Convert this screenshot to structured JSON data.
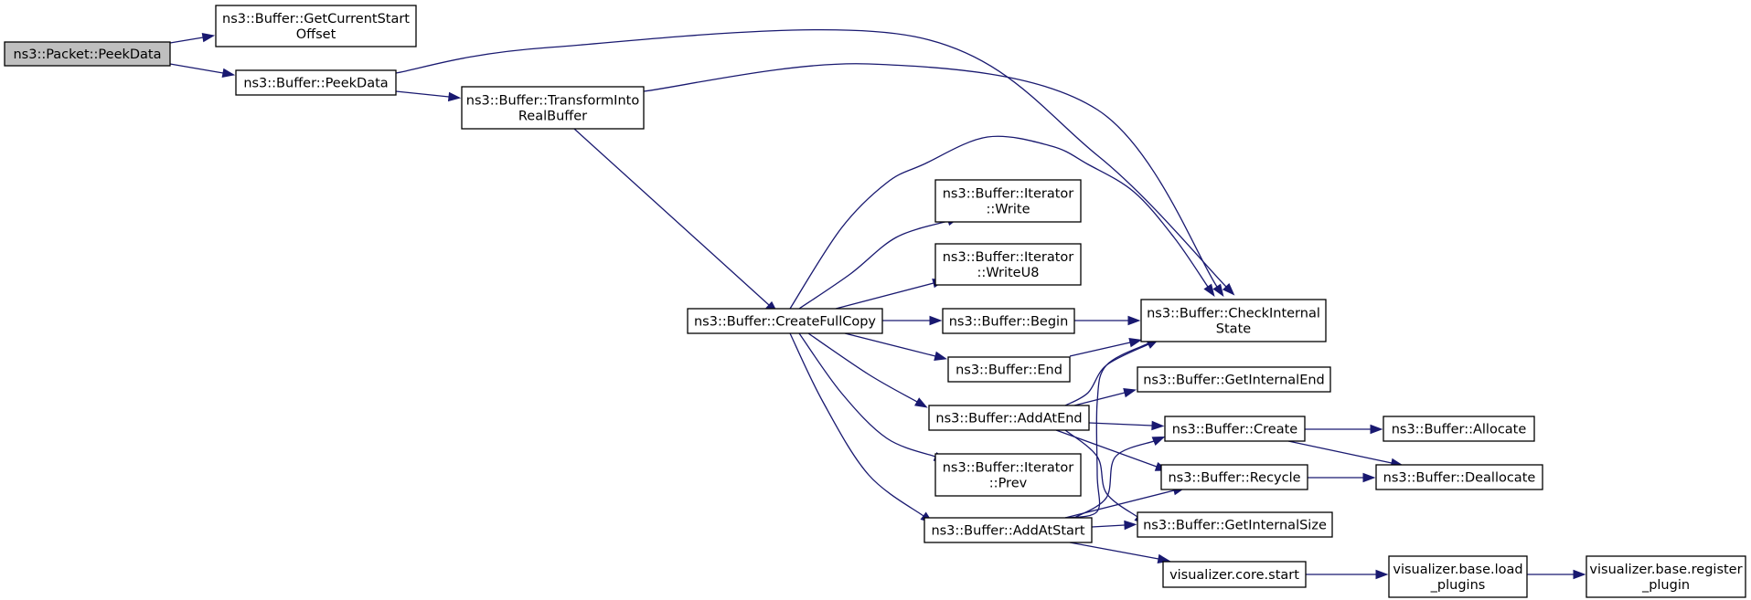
{
  "graph": {
    "nodes": [
      {
        "id": "packet_peekdata",
        "lines": [
          "ns3::Packet::PeekData"
        ]
      },
      {
        "id": "getcurrentstartoffset",
        "lines": [
          "ns3::Buffer::GetCurrentStart",
          "Offset"
        ]
      },
      {
        "id": "buffer_peekdata",
        "lines": [
          "ns3::Buffer::PeekData"
        ]
      },
      {
        "id": "transformintorealbuffer",
        "lines": [
          "ns3::Buffer::TransformInto",
          "RealBuffer"
        ]
      },
      {
        "id": "createfullcopy",
        "lines": [
          "ns3::Buffer::CreateFullCopy"
        ]
      },
      {
        "id": "iterator_write",
        "lines": [
          "ns3::Buffer::Iterator",
          "::Write"
        ]
      },
      {
        "id": "iterator_writeu8",
        "lines": [
          "ns3::Buffer::Iterator",
          "::WriteU8"
        ]
      },
      {
        "id": "begin",
        "lines": [
          "ns3::Buffer::Begin"
        ]
      },
      {
        "id": "end",
        "lines": [
          "ns3::Buffer::End"
        ]
      },
      {
        "id": "addatend",
        "lines": [
          "ns3::Buffer::AddAtEnd"
        ]
      },
      {
        "id": "iterator_prev",
        "lines": [
          "ns3::Buffer::Iterator",
          "::Prev"
        ]
      },
      {
        "id": "addatstart",
        "lines": [
          "ns3::Buffer::AddAtStart"
        ]
      },
      {
        "id": "checkinternalstate",
        "lines": [
          "ns3::Buffer::CheckInternal",
          "State"
        ]
      },
      {
        "id": "getinternalend",
        "lines": [
          "ns3::Buffer::GetInternalEnd"
        ]
      },
      {
        "id": "create",
        "lines": [
          "ns3::Buffer::Create"
        ]
      },
      {
        "id": "recycle",
        "lines": [
          "ns3::Buffer::Recycle"
        ]
      },
      {
        "id": "getinternalsize",
        "lines": [
          "ns3::Buffer::GetInternalSize"
        ]
      },
      {
        "id": "visualizer_core_start",
        "lines": [
          "visualizer.core.start"
        ]
      },
      {
        "id": "allocate",
        "lines": [
          "ns3::Buffer::Allocate"
        ]
      },
      {
        "id": "deallocate",
        "lines": [
          "ns3::Buffer::Deallocate"
        ]
      },
      {
        "id": "load_plugins",
        "lines": [
          "visualizer.base.load",
          "_plugins"
        ]
      },
      {
        "id": "register_plugin",
        "lines": [
          "visualizer.base.register",
          "_plugin"
        ]
      }
    ],
    "edges": [
      [
        "packet_peekdata",
        "getcurrentstartoffset"
      ],
      [
        "packet_peekdata",
        "buffer_peekdata"
      ],
      [
        "buffer_peekdata",
        "checkinternalstate"
      ],
      [
        "buffer_peekdata",
        "transformintorealbuffer"
      ],
      [
        "transformintorealbuffer",
        "checkinternalstate"
      ],
      [
        "transformintorealbuffer",
        "createfullcopy"
      ],
      [
        "createfullcopy",
        "checkinternalstate"
      ],
      [
        "createfullcopy",
        "iterator_write"
      ],
      [
        "createfullcopy",
        "iterator_writeu8"
      ],
      [
        "createfullcopy",
        "begin"
      ],
      [
        "createfullcopy",
        "end"
      ],
      [
        "createfullcopy",
        "addatend"
      ],
      [
        "createfullcopy",
        "iterator_prev"
      ],
      [
        "createfullcopy",
        "addatstart"
      ],
      [
        "begin",
        "checkinternalstate"
      ],
      [
        "end",
        "checkinternalstate"
      ],
      [
        "addatend",
        "checkinternalstate"
      ],
      [
        "addatend",
        "getinternalend"
      ],
      [
        "addatend",
        "create"
      ],
      [
        "addatend",
        "recycle"
      ],
      [
        "addatend",
        "getinternalsize"
      ],
      [
        "addatstart",
        "checkinternalstate"
      ],
      [
        "addatstart",
        "create"
      ],
      [
        "addatstart",
        "recycle"
      ],
      [
        "addatstart",
        "getinternalsize"
      ],
      [
        "addatstart",
        "visualizer_core_start"
      ],
      [
        "create",
        "allocate"
      ],
      [
        "create",
        "deallocate"
      ],
      [
        "recycle",
        "deallocate"
      ],
      [
        "visualizer_core_start",
        "load_plugins"
      ],
      [
        "load_plugins",
        "register_plugin"
      ]
    ]
  }
}
